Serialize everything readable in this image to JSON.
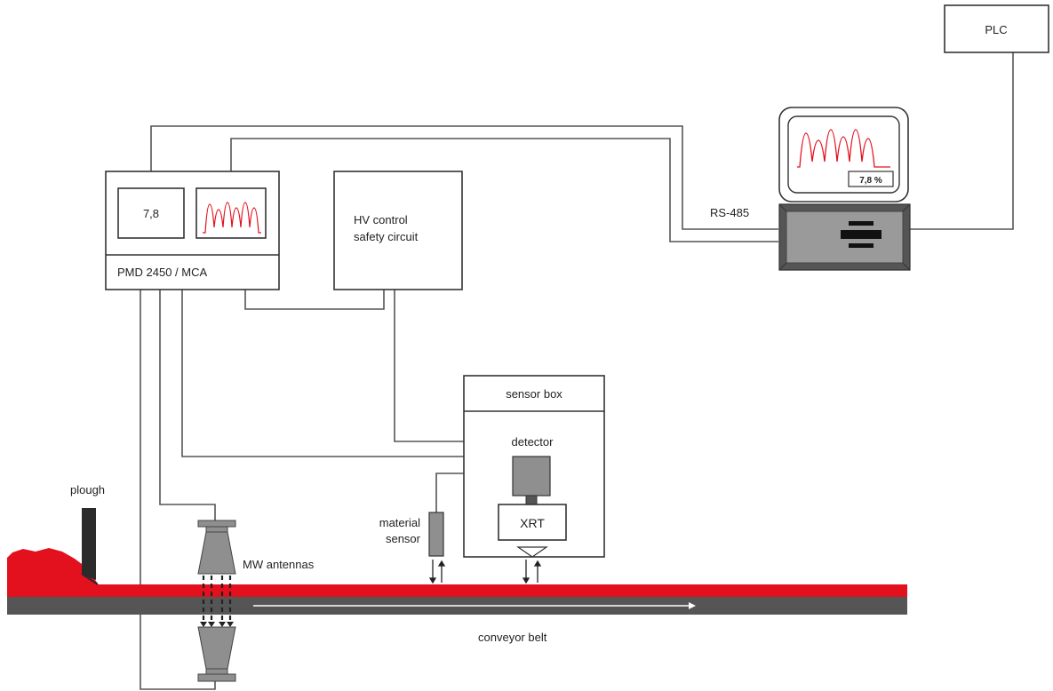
{
  "labels": {
    "plc": "PLC",
    "pmd_value": "7,8",
    "pmd_unit": "PMD 2450 / MCA",
    "hv_line1": "HV control",
    "hv_line2": "safety circuit",
    "rs485": "RS-485",
    "monitor_value": "7,8 %",
    "sensor_box": "sensor box",
    "detector": "detector",
    "xrt": "XRT",
    "material_line1": "material",
    "material_line2": "sensor",
    "plough": "plough",
    "mw_antennas": "MW antennas",
    "conveyor_belt": "conveyor belt"
  },
  "colors": {
    "material": "#e3101e",
    "belt": "#555555",
    "line": "#555555",
    "box_fill": "#ffffff",
    "grey_fill": "#8f8f8f",
    "spectrum": "#e3101e"
  }
}
